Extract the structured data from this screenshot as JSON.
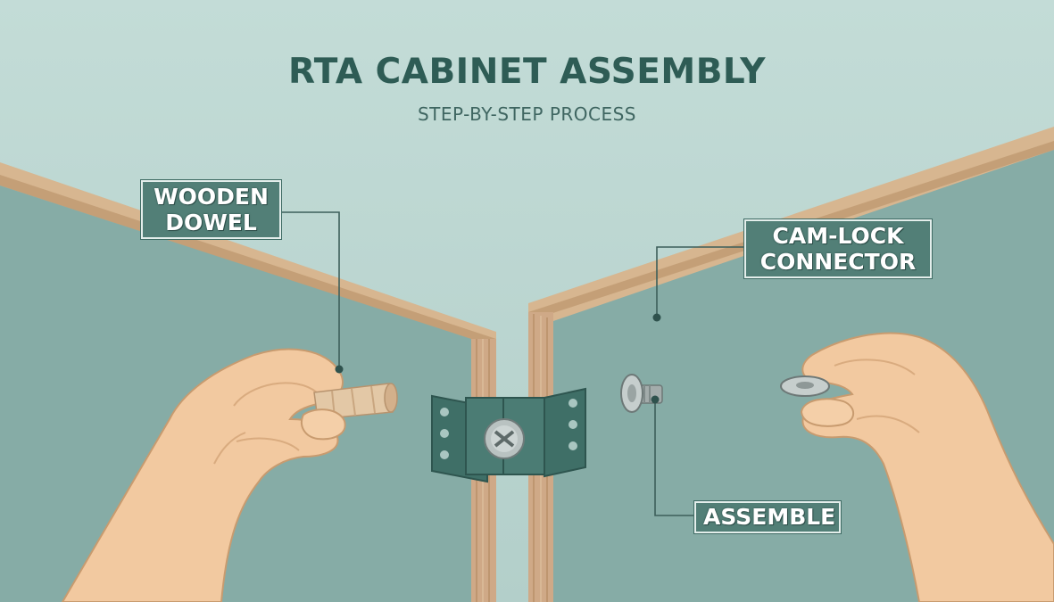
{
  "header": {
    "title": "RTA CABINET ASSEMBLY",
    "subtitle": "STEP-BY-STEP PROCESS"
  },
  "labels": {
    "dowel_line1": "WOODEN",
    "dowel_line2": "DOWEL",
    "cam_line1": "CAM-LOCK",
    "cam_line2": "CONNECTOR",
    "assemble": "ASSEMBLE"
  },
  "colors": {
    "background": "#bcd6d1",
    "panel": "#7fa6a0",
    "panel_edge": "#d8b893",
    "bracket": "#3f6f67",
    "label_bg": "#527f77",
    "title": "#2e5c55",
    "skin": "#f2c9a0"
  }
}
